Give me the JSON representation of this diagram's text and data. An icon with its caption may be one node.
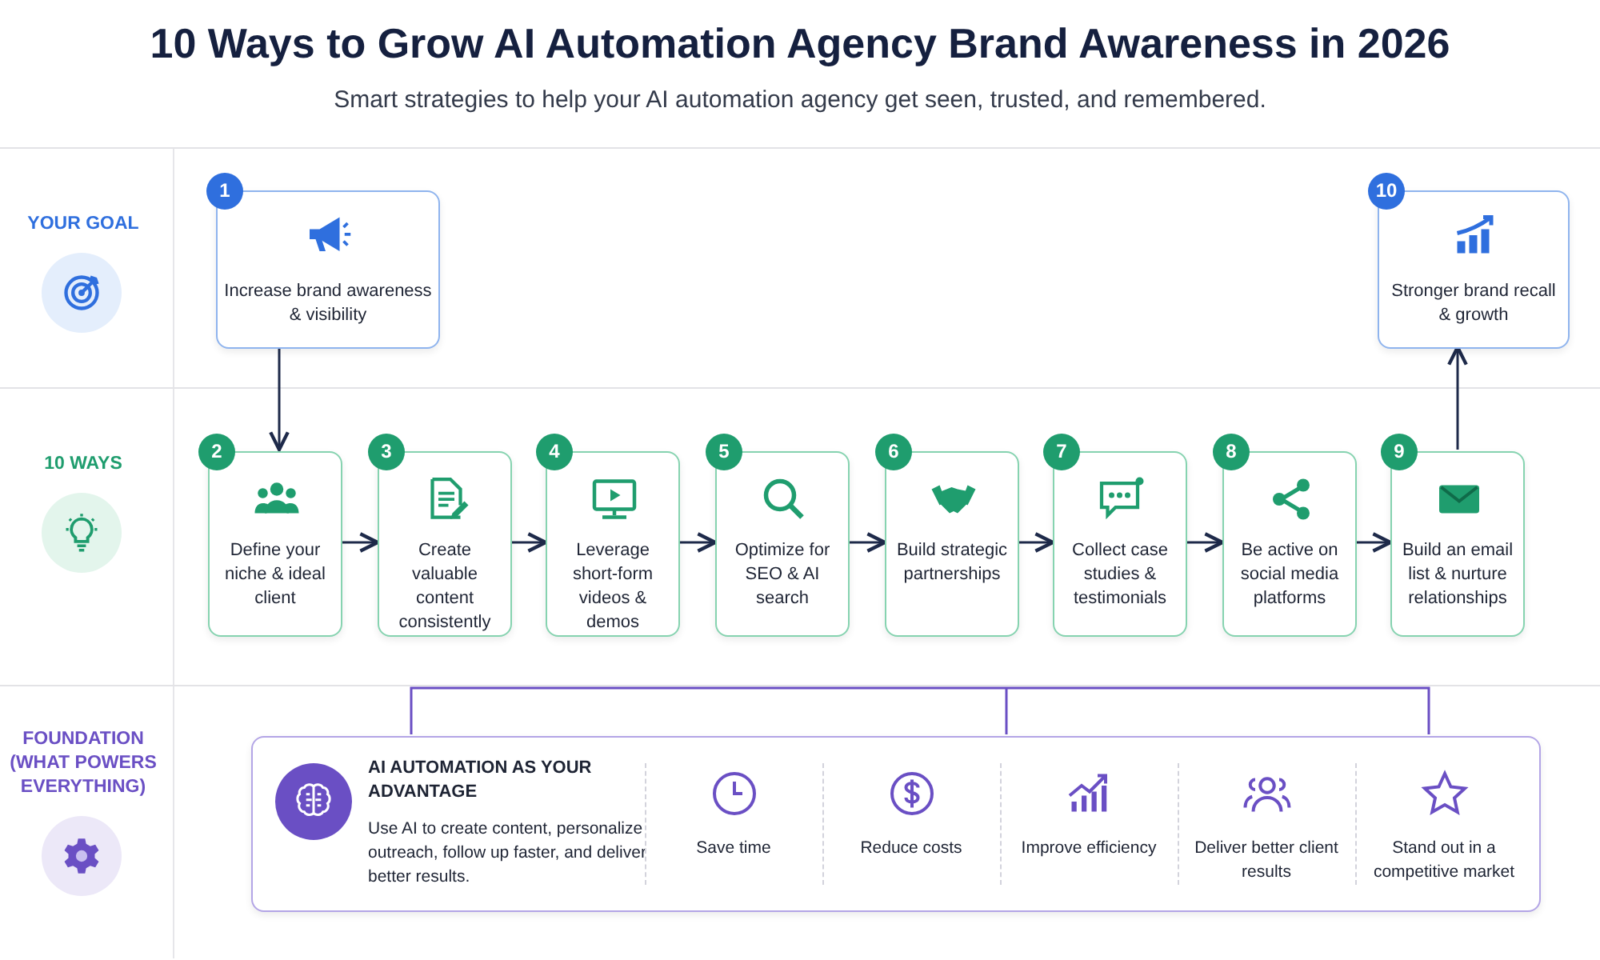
{
  "diagram": {
    "title": "10 Ways to Grow AI Automation Agency Brand Awareness in 2026",
    "caption": "Smart strategies to help your AI automation agency get seen, trusted, and remembered.",
    "nodes": [
      {
        "text": [
          "YOUR GOAL"
        ]
      },
      {
        "text": [
          "1",
          "Increase brand awareness & visibility"
        ],
        "in": 0
      },
      {
        "text": [
          "10",
          "Stronger brand recall & growth"
        ],
        "in": 0
      },
      {
        "text": [
          "10 WAYS"
        ]
      },
      {
        "text": [
          "2",
          "Define your niche & ideal client"
        ],
        "in": 3
      },
      {
        "text": [
          "3",
          "Create valuable content consistently"
        ],
        "in": 3
      },
      {
        "text": [
          "4",
          "Leverage short-form videos & demos"
        ],
        "in": 3
      },
      {
        "text": [
          "5",
          "Optimize for SEO & AI search"
        ],
        "in": 3
      },
      {
        "text": [
          "6",
          "Build strategic partnerships"
        ],
        "in": 3
      },
      {
        "text": [
          "7",
          "Collect case studies & testimonials"
        ],
        "in": 3
      },
      {
        "text": [
          "8",
          "Be active on social media platforms"
        ],
        "in": 3
      },
      {
        "text": [
          "9",
          "Build an email list & nurture relationships"
        ],
        "in": 3
      },
      {
        "text": [
          "FOUNDATION (WHAT POWERS EVERYTHING)"
        ]
      },
      {
        "text": [
          "AI AUTOMATION AS YOUR ADVANTAGE",
          "Use AI to create content, personalize outreach, follow up faster, and deliver better results.",
          "Save time",
          "Reduce costs",
          "Improve efficiency",
          "Deliver better client results",
          "Stand out in a competitive market"
        ],
        "in": 12
      }
    ],
    "edges": [
      {
        "from": 1,
        "to": 4,
        "arrow": "to"
      },
      {
        "from": 4,
        "to": 5,
        "arrow": "to"
      },
      {
        "from": 5,
        "to": 6,
        "arrow": "to"
      },
      {
        "from": 6,
        "to": 7,
        "arrow": "to"
      },
      {
        "from": 7,
        "to": 8,
        "arrow": "to"
      },
      {
        "from": 8,
        "to": 9,
        "arrow": "to"
      },
      {
        "from": 9,
        "to": 10,
        "arrow": "to"
      },
      {
        "from": 10,
        "to": 11,
        "arrow": "to"
      },
      {
        "from": 11,
        "to": 2,
        "arrow": "to"
      }
    ]
  }
}
